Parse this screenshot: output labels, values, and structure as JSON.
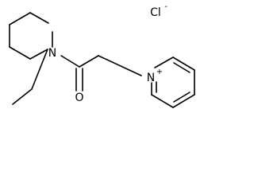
{
  "molecule": {
    "atoms": {
      "piperidine_nitrogen": "N",
      "pyridinium_nitrogen": "N",
      "pyridinium_charge": "+",
      "carbonyl_oxygen": "O",
      "chloride": "Cl",
      "chloride_charge": "-"
    },
    "colors": {
      "bond": "#000000",
      "text": "#000000",
      "background": "#ffffff"
    }
  }
}
